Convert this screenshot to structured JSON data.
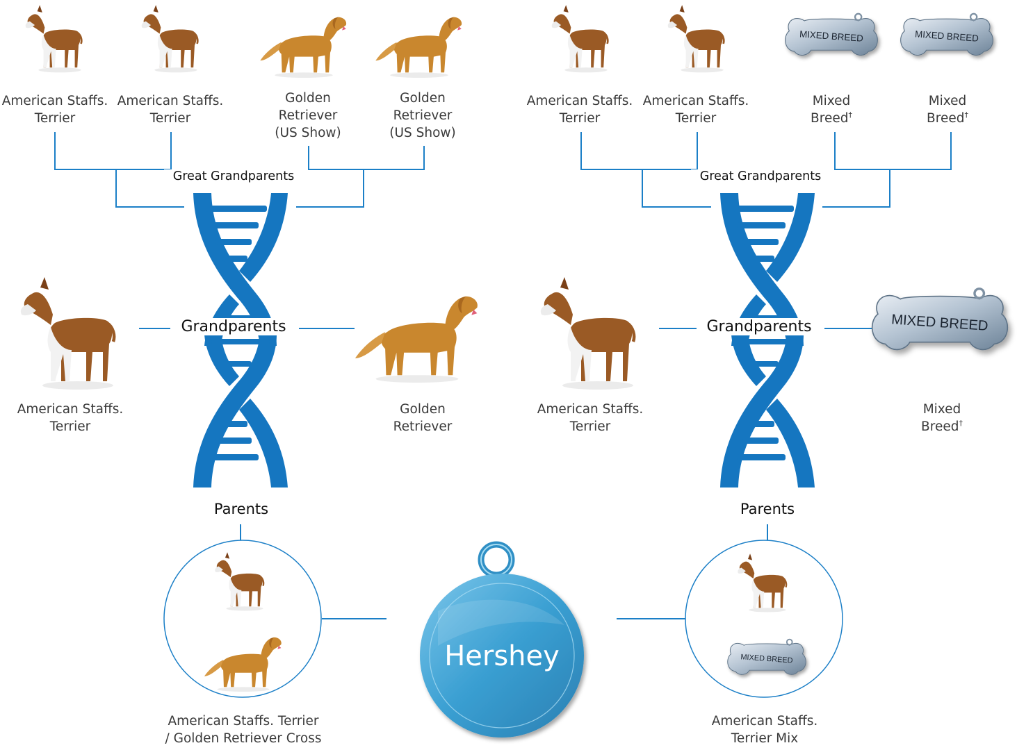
{
  "colors": {
    "line": "#1b7fc7",
    "dna": "#1576c0",
    "tag_blue": "#3aa3d4",
    "tag_silver": "#9fb2c4",
    "staff_brown": "#9a5a25",
    "golden": "#c9872e"
  },
  "generations": {
    "great_grandparents": "Great Grandparents",
    "grandparents": "Grandparents",
    "parents": "Parents"
  },
  "great_grandparents": [
    {
      "line1": "American Staffs.",
      "line2": "Terrier",
      "line3": "",
      "icon": "staffordshire-terrier-icon"
    },
    {
      "line1": "American Staffs.",
      "line2": "Terrier",
      "line3": "",
      "icon": "staffordshire-terrier-icon"
    },
    {
      "line1": "Golden",
      "line2": "Retriever",
      "line3": "(US Show)",
      "icon": "golden-retriever-icon"
    },
    {
      "line1": "Golden",
      "line2": "Retriever",
      "line3": "(US Show)",
      "icon": "golden-retriever-icon"
    },
    {
      "line1": "American Staffs.",
      "line2": "Terrier",
      "line3": "",
      "icon": "staffordshire-terrier-icon"
    },
    {
      "line1": "American Staffs.",
      "line2": "Terrier",
      "line3": "",
      "icon": "staffordshire-terrier-icon"
    },
    {
      "line1": "Mixed",
      "line2": "Breed",
      "line3": "",
      "dagger": "†",
      "icon": "mixed-breed-tag-icon"
    },
    {
      "line1": "Mixed",
      "line2": "Breed",
      "line3": "",
      "dagger": "†",
      "icon": "mixed-breed-tag-icon"
    }
  ],
  "grandparents": [
    {
      "line1": "American Staffs.",
      "line2": "Terrier",
      "icon": "staffordshire-terrier-icon"
    },
    {
      "line1": "Golden",
      "line2": "Retriever",
      "icon": "golden-retriever-icon"
    },
    {
      "line1": "American Staffs.",
      "line2": "Terrier",
      "icon": "staffordshire-terrier-icon"
    },
    {
      "line1": "Mixed",
      "line2": "Breed",
      "dagger": "†",
      "icon": "mixed-breed-tag-icon"
    }
  ],
  "parents": [
    {
      "line1": "American Staffs. Terrier",
      "line2": "/ Golden Retriever Cross"
    },
    {
      "line1": "American Staffs.",
      "line2": "Terrier Mix"
    }
  ],
  "tag_text": "MIXED BREED",
  "dog_name": "Hershey"
}
